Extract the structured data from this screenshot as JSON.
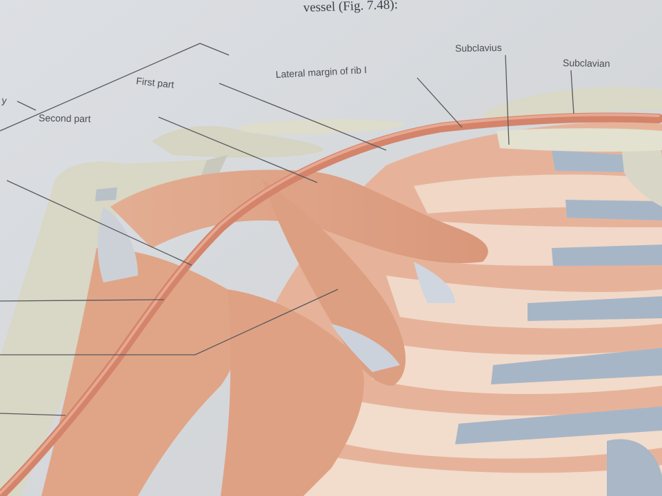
{
  "book_text": {
    "line_fragment": "vessel (Fig. 7.48):"
  },
  "labels": {
    "first_part": "First part",
    "second_part": "Second part",
    "lateral_margin": "Lateral margin of rib I",
    "subclavius": "Subclavius",
    "subclavian": "Subclavian",
    "left_edge": "y"
  },
  "colors": {
    "page": "#d9dcdf",
    "bone": "#d8d6c4",
    "muscle": "#dfa184",
    "artery": "#d4846a",
    "cartilage": "#a7b6c7"
  }
}
